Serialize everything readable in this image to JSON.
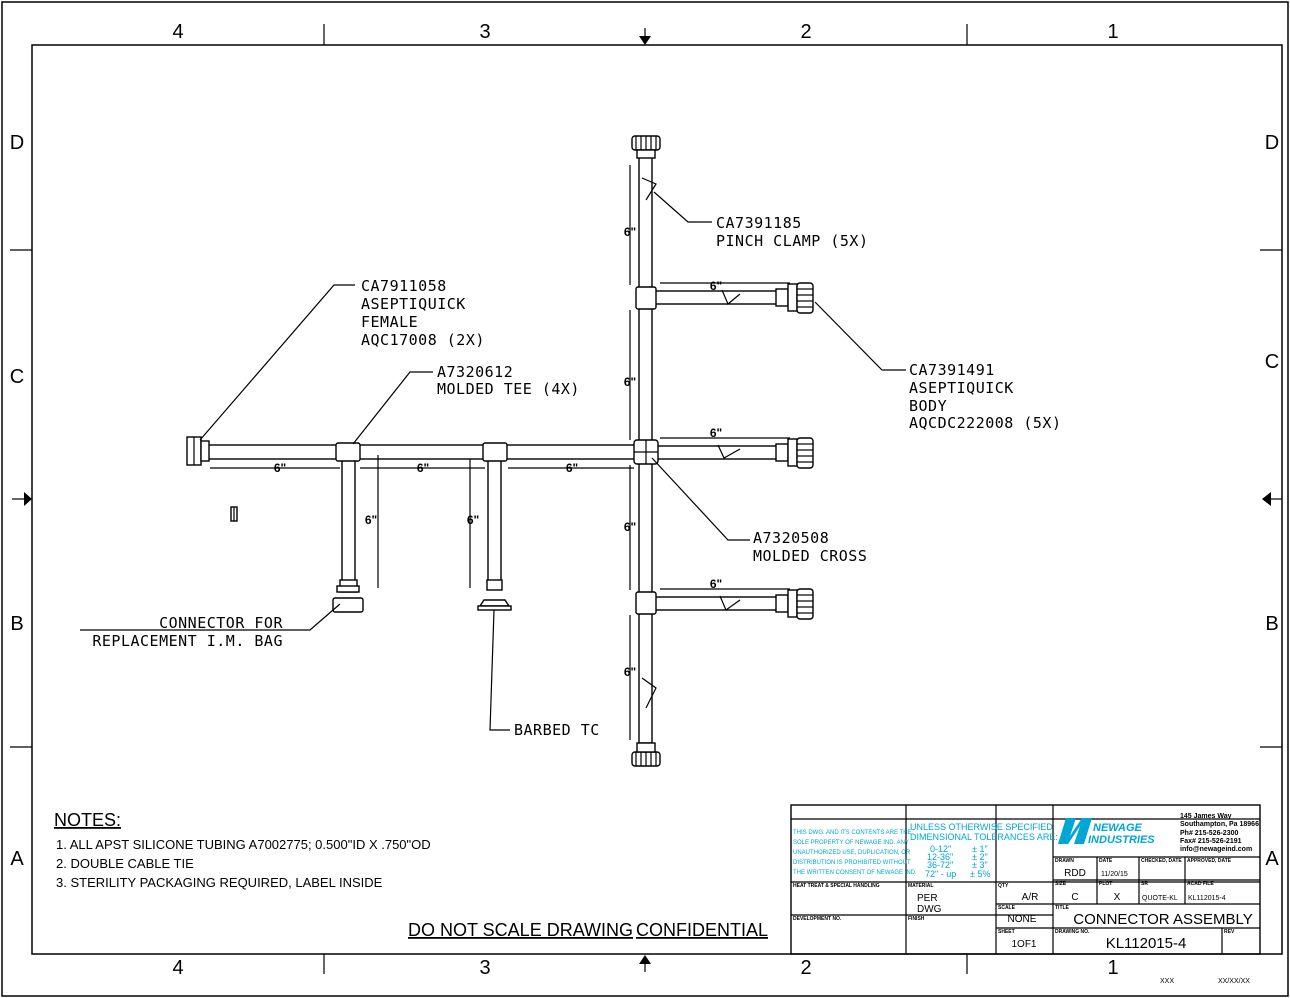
{
  "zones": {
    "top": [
      "4",
      "3",
      "2",
      "1"
    ],
    "bottom": [
      "4",
      "3",
      "2",
      "1"
    ],
    "left": [
      "D",
      "C",
      "B",
      "A"
    ],
    "right": [
      "D",
      "C",
      "B",
      "A"
    ]
  },
  "dimensions": {
    "six_inch": "6\""
  },
  "callouts": {
    "pinch_clamp": [
      "CA7391185",
      "PINCH CLAMP (5X)"
    ],
    "aseptiquick_female": [
      "CA7911058",
      "ASEPTIQUICK",
      "FEMALE",
      "AQC17008 (2X)"
    ],
    "molded_tee": [
      "A7320612",
      "MOLDED TEE (4X)"
    ],
    "aseptiquick_body": [
      "CA7391491",
      "ASEPTIQUICK",
      "BODY",
      "AQCDC222008 (5X)"
    ],
    "molded_cross": [
      "A7320508",
      "MOLDED CROSS"
    ],
    "connector_bag": [
      "CONNECTOR FOR",
      "REPLACEMENT I.M. BAG"
    ],
    "barbed_tc": "BARBED TC"
  },
  "notes": {
    "heading": "NOTES:",
    "items": [
      "1.   ALL APST SILICONE TUBING A7002775; 0.500\"ID X .750\"OD",
      "2.   DOUBLE CABLE TIE",
      "3.   STERILITY PACKAGING REQUIRED, LABEL INSIDE"
    ]
  },
  "footer": {
    "do_not_scale": "DO NOT SCALE DRAWING",
    "confidential": "CONFIDENTIAL"
  },
  "title_block": {
    "property_notice": [
      "THIS DWG. AND ITS CONTENTS ARE THE",
      "SOLE PROPERTY OF NEWAGE IND. ANY",
      "UNAUTHORIZED USE, DUPLICATION, OR",
      "DISTRIBUTION IS PROHIBITED WITHOUT",
      "THE WRITTEN CONSENT OF NEWAGE IND."
    ],
    "tolerance_header": [
      "UNLESS OTHERWISE SPECIFIED",
      "DIMENSIONAL TOLERANCES ARE:"
    ],
    "tolerances": [
      [
        "0-12\"",
        "± 1\""
      ],
      [
        "12-36\"",
        "± 2\""
      ],
      [
        "36-72\"",
        "± 3\""
      ],
      [
        "72\" - up",
        "± 5%"
      ]
    ],
    "logo_top": "NEWAGE",
    "logo_bottom": "INDUSTRIES",
    "address": [
      "145 James Way",
      "Southampton, Pa  18966",
      "Ph# 215-526-2300",
      "Fax# 215-526-2191",
      "info@newageind.com"
    ],
    "labels": {
      "heat_treat": "HEAT TREAT & SPECIAL HANDLING",
      "material": "MATERIAL",
      "qty": "QTY",
      "development": "DEVELOPMENT NO.",
      "finish": "FINISH",
      "scale": "SCALE",
      "sheet": "SHEET",
      "drawn": "DRAWN",
      "date": "DATE",
      "checked": "CHECKED, DATE",
      "approved": "APPROVED, DATE",
      "size": "SIZE",
      "plot": "PLOT",
      "sr": "SR",
      "acad": "ACAD FILE",
      "title": "TITLE",
      "drawing_no": "DRAWING NO.",
      "rev": "REV"
    },
    "values": {
      "material": [
        "PER",
        "DWG"
      ],
      "qty": "A/R",
      "scale": "NONE",
      "sheet": "1OF1",
      "drawn": "RDD",
      "date": "11/20/15",
      "size": "C",
      "plot": "X",
      "sr": "QUOTE-KL",
      "acad": "KL112015-4",
      "title": "CONNECTOR ASSEMBLY",
      "drawing_no": "KL112015-4"
    },
    "below": [
      "XXX",
      "XX/XX/XX"
    ]
  },
  "colors": {
    "accent": "#00a6d6",
    "line": "#000000"
  }
}
